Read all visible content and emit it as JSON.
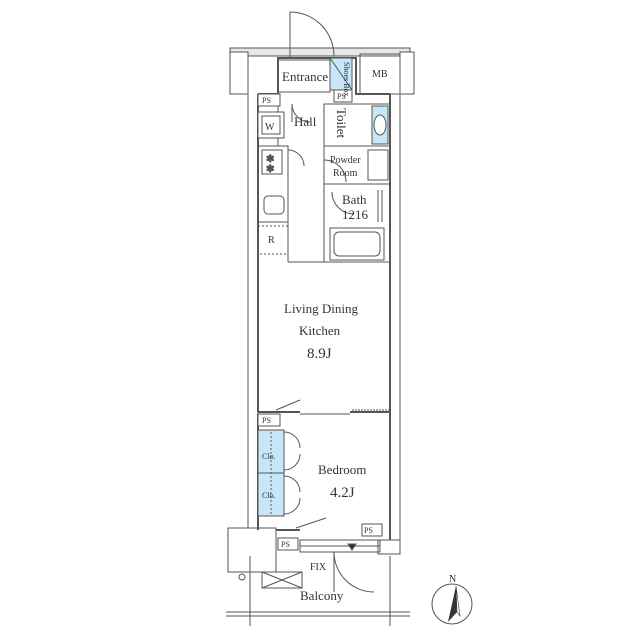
{
  "plan": {
    "rooms": {
      "entrance": "Entrance",
      "shoes_box": "Shoes Box",
      "mb": "MB",
      "hall": "Hall",
      "toilet": "Toilet",
      "washer": "W",
      "powder_room_line1": "Powder",
      "powder_room_line2": "Room",
      "bath_line1": "Bath",
      "bath_line2": "1216",
      "refrigerator": "R",
      "ldk_line1": "Living Dining",
      "ldk_line2": "Kitchen",
      "ldk_size": "8.9J",
      "bedroom": "Bedroom",
      "bedroom_size": "4.2J",
      "closet_1": "Clo.",
      "closet_2": "Clo.",
      "balcony": "Balcony",
      "fix": "FIX"
    },
    "ps_labels": [
      "PS",
      "PS",
      "PS",
      "PS",
      "PS"
    ],
    "compass": {
      "north": "N"
    },
    "colors": {
      "wall": "#b8b8b8",
      "line": "#555555",
      "closet_fill": "#c7e6f7",
      "accent": "#8ecbe8"
    }
  }
}
